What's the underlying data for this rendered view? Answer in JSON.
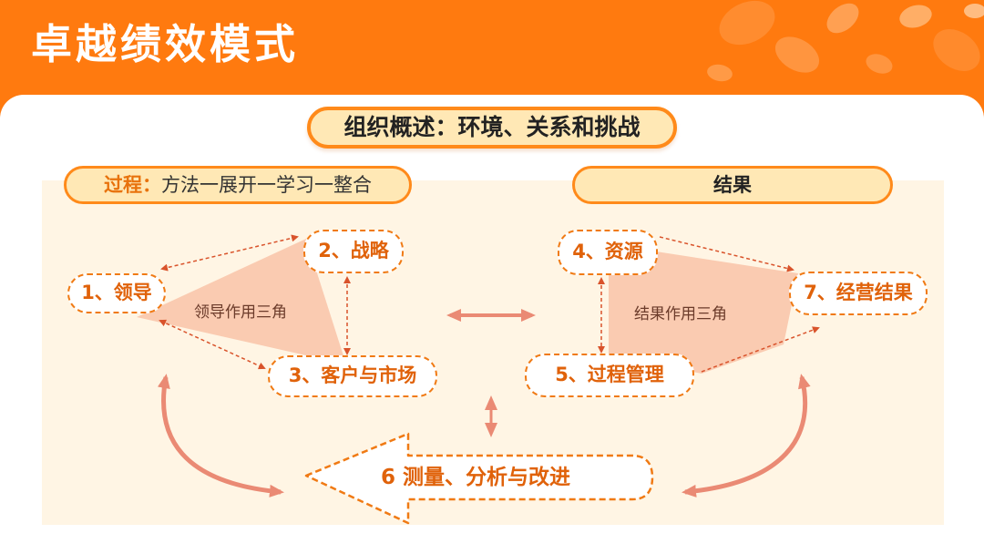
{
  "header": {
    "title": "卓越绩效模式"
  },
  "overview": {
    "label": "组织概述：环境、关系和挑战"
  },
  "process": {
    "label_prefix": "过程：",
    "label_rest": "方法一展开一学习一整合"
  },
  "results": {
    "label": "结果"
  },
  "nodes": {
    "leadership": "1、领导",
    "strategy": "2、战略",
    "customers": "3、客户与市场",
    "resources": "4、资源",
    "process_mgmt": "5、过程管理",
    "measurement": "6  测量、分析与改进",
    "business_results": "7、经营结果"
  },
  "triangles": {
    "leadership": "领导作用三角",
    "results": "结果作用三角"
  },
  "colors": {
    "brand_orange": "#ff7a0f",
    "accent": "#f07a14",
    "triangle_fill": "#f9c6ab",
    "panel": "#fff5e4",
    "arrow": "#ea8a74"
  }
}
